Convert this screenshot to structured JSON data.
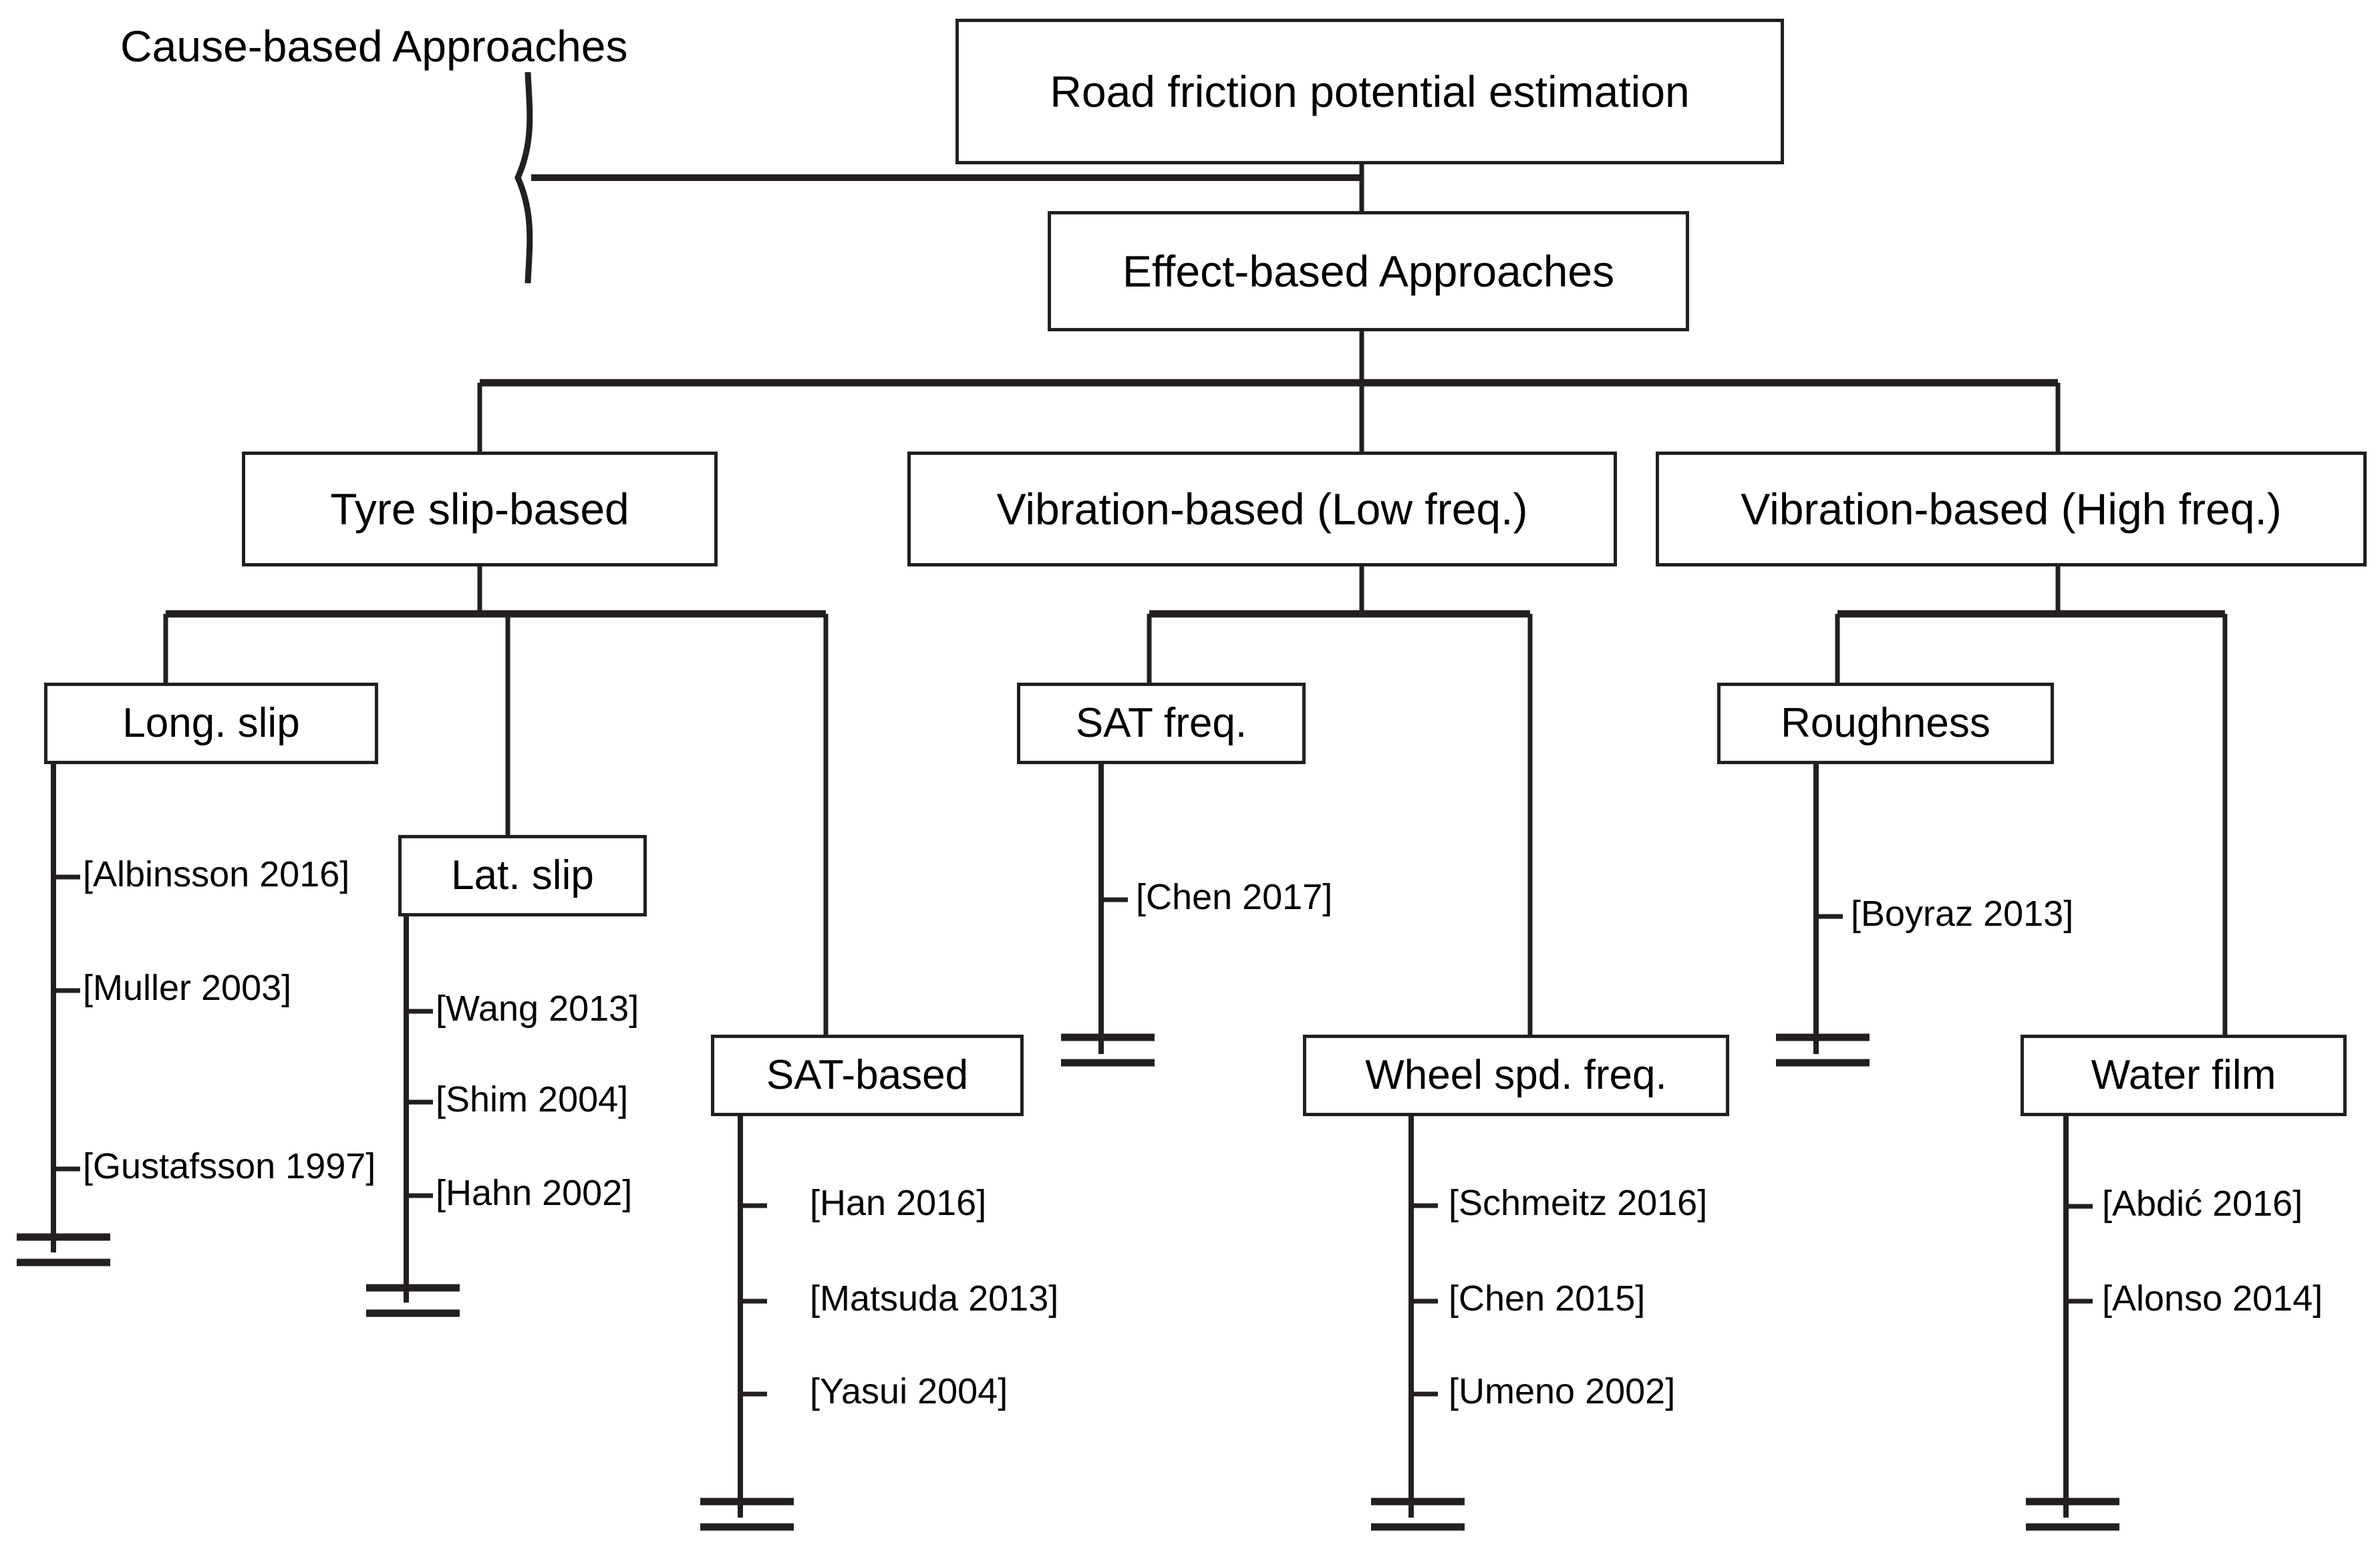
{
  "diagram": {
    "title_label": "Cause-based Approaches",
    "root": {
      "label": "Road friction potential estimation"
    },
    "effect": {
      "label": "Effect-based Approaches"
    },
    "categories": [
      {
        "label": "Tyre slip-based"
      },
      {
        "label": "Vibration-based (Low freq.)"
      },
      {
        "label": "Vibration-based (High freq.)"
      }
    ],
    "methods": [
      {
        "label": "Long. slip"
      },
      {
        "label": "Lat. slip"
      },
      {
        "label": "SAT-based"
      },
      {
        "label": "SAT freq."
      },
      {
        "label": "Wheel spd. freq."
      },
      {
        "label": "Roughness"
      },
      {
        "label": "Water film"
      }
    ],
    "references": {
      "long_slip": [
        "[Albinsson 2016]",
        "[Muller 2003]",
        "[Gustafsson 1997]"
      ],
      "lat_slip": [
        "[Wang 2013]",
        "[Shim 2004]",
        "[Hahn 2002]"
      ],
      "sat_based": [
        "[Han 2016]",
        "[Matsuda 2013]",
        "[Yasui 2004]"
      ],
      "sat_freq": [
        "[Chen 2017]"
      ],
      "wheel_spd_freq": [
        "[Schmeitz 2016]",
        "[Chen 2015]",
        "[Umeno 2002]"
      ],
      "roughness": [
        "[Boyraz 2013]"
      ],
      "water_film": [
        "[Abdić 2016]",
        "[Alonso 2014]"
      ]
    },
    "colors": {
      "line": "#231f20",
      "text": "#000000",
      "background": "#ffffff"
    }
  }
}
